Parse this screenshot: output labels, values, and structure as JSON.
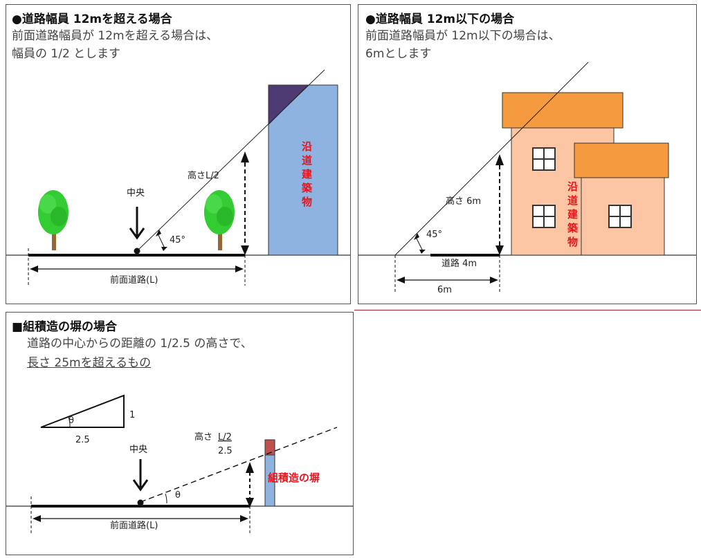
{
  "panel_a": {
    "title": "●道路幅員 12mを超える場合",
    "line1": "前面道路幅員が 12mを超える場合は、",
    "line2": "幅員の 1/2 とします",
    "center_label": "中央",
    "angle_label": "45°",
    "height_label": "高さL/2",
    "road_label": "前面道路(L)",
    "building_label": [
      "沿",
      "道",
      "建",
      "築",
      "物"
    ]
  },
  "panel_b": {
    "title": "●道路幅員 12m以下の場合",
    "line1": "前面道路幅員が 12m以下の場合は、",
    "line2": "6mとします",
    "angle_label": "45°",
    "height_label": "高さ 6m",
    "road_label": "道路 4m",
    "distance_label": "6m",
    "building_label": [
      "沿",
      "道",
      "建",
      "築",
      "物"
    ]
  },
  "panel_c": {
    "title": "■組積造の塀の場合",
    "line1": "道路の中心からの距離の 1/2.5 の高さで、",
    "line2": "長さ 25mを超えるもの",
    "triangle_theta": "θ",
    "triangle_rise": "1",
    "triangle_run": "2.5",
    "center_label": "中央",
    "height_label_prefix": "高さ",
    "height_label_numerator": "L/2",
    "height_label_denominator": "2.5",
    "angle_label": "θ",
    "road_label": "前面道路(L)",
    "wall_label": "組積造の塀"
  },
  "colors": {
    "tree_leaf": "#33cc33",
    "tree_trunk": "#996633",
    "building_blue": "#8fb3e0",
    "building_purple": "#4d3a73",
    "roof_orange": "#f59a3e",
    "wall_pink": "#fcc6a4",
    "wall_top_red": "#c0504d",
    "label_red": "#e8141c",
    "separator_red": "#a02030"
  }
}
